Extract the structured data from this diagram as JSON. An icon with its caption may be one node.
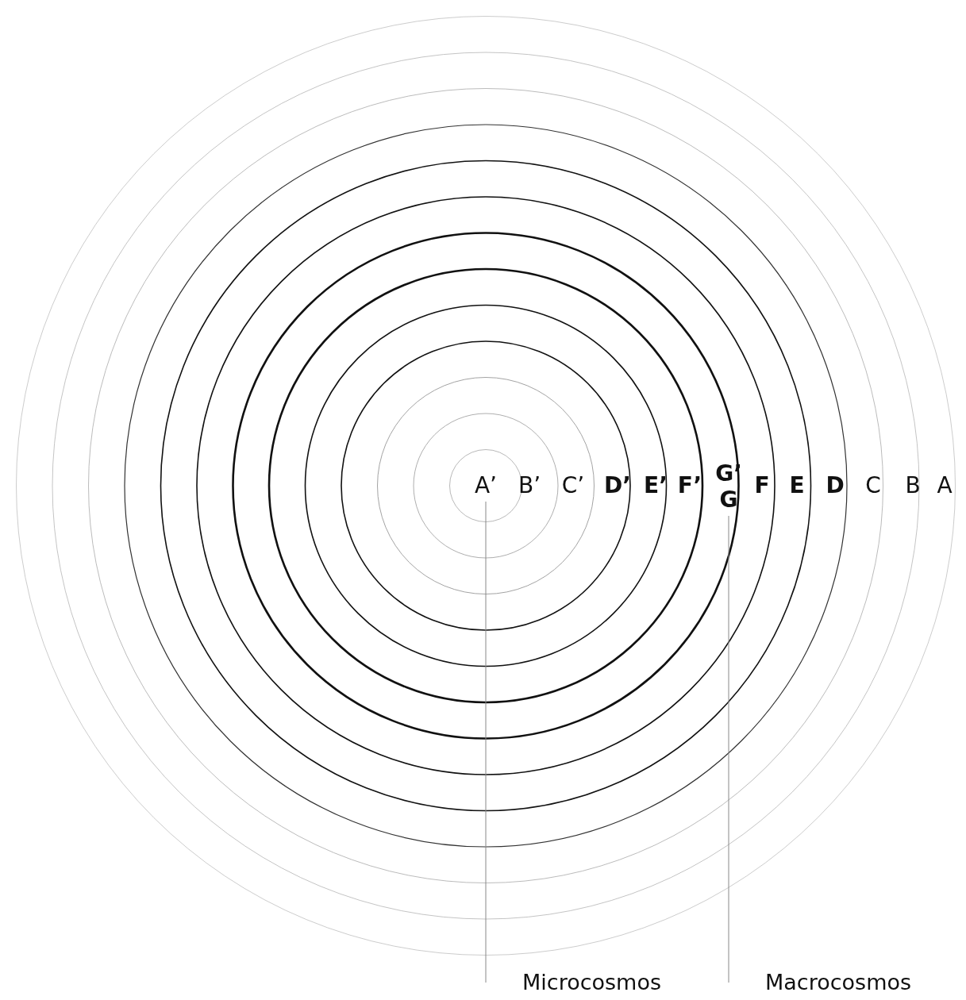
{
  "diagram": {
    "nodes": [
      {
        "text": [
          "A’"
        ]
      },
      {
        "text": [
          "G"
        ]
      },
      {
        "text": [
          "Microcosmos"
        ]
      },
      {
        "text": [
          "Macrocosmos"
        ]
      }
    ],
    "edges": [
      {
        "from": 0,
        "to": 2,
        "arrow": "none"
      },
      {
        "from": 1,
        "to": 3,
        "arrow": "none"
      }
    ],
    "labels": [
      "B’",
      "C’",
      "D’",
      "E’",
      "F’",
      "G’",
      "F",
      "E",
      "D",
      "C",
      "B",
      "A"
    ]
  }
}
